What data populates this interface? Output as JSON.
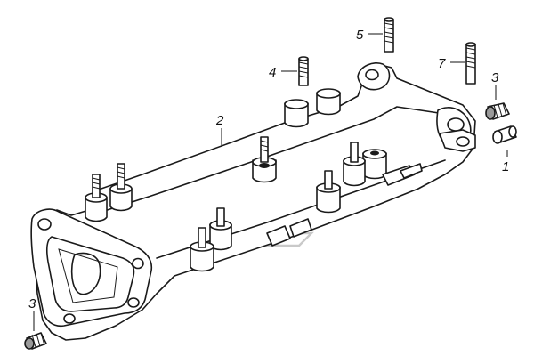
{
  "diagram": {
    "callouts": [
      {
        "id": "c1",
        "label": "1"
      },
      {
        "id": "c2",
        "label": "2"
      },
      {
        "id": "c3a",
        "label": "3"
      },
      {
        "id": "c3b",
        "label": "3"
      },
      {
        "id": "c4",
        "label": "4"
      },
      {
        "id": "c5",
        "label": "5"
      },
      {
        "id": "c7",
        "label": "7"
      }
    ]
  }
}
